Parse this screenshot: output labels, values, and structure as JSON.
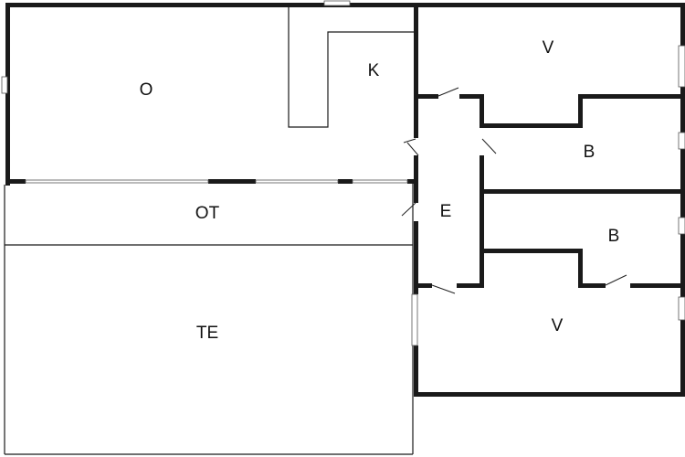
{
  "floor_plan": {
    "rooms": [
      {
        "id": "living",
        "label": "O"
      },
      {
        "id": "kitchen",
        "label": "K"
      },
      {
        "id": "bedroom-top",
        "label": "V"
      },
      {
        "id": "bath-top",
        "label": "B"
      },
      {
        "id": "hall",
        "label": "E"
      },
      {
        "id": "terrace-covered",
        "label": "OT"
      },
      {
        "id": "bath-bottom",
        "label": "B"
      },
      {
        "id": "terrace",
        "label": "TE"
      },
      {
        "id": "bedroom-bottom",
        "label": "V"
      }
    ]
  }
}
